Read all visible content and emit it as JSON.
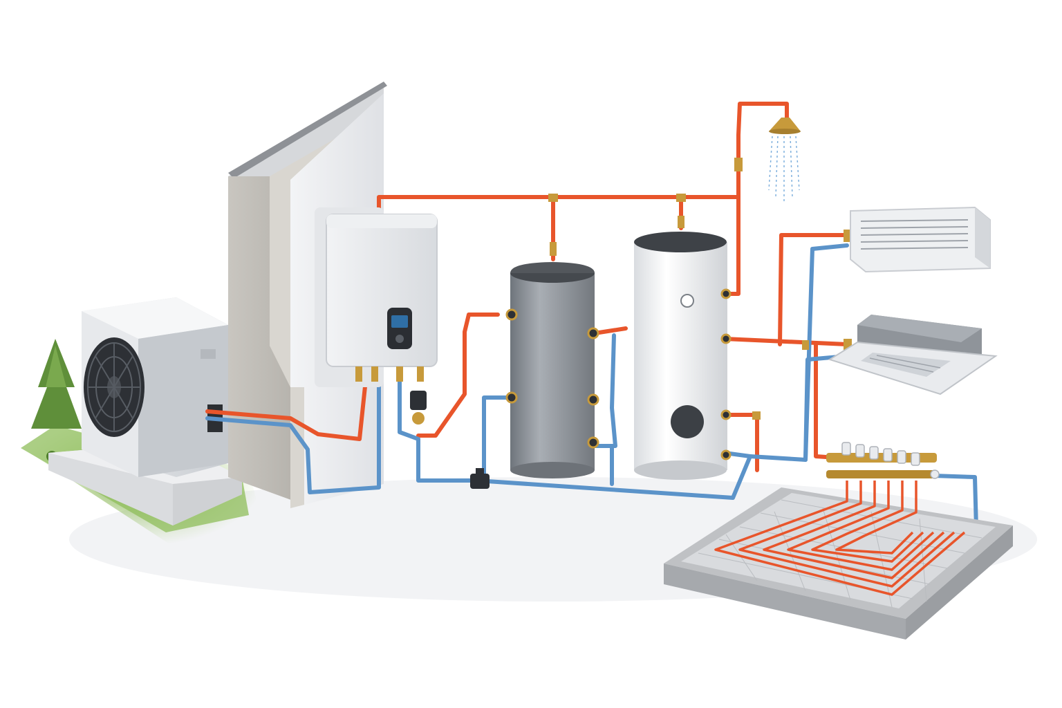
{
  "diagram": {
    "components": [
      {
        "id": "outdoor-unit",
        "kind": "air-source heat pump outdoor unit",
        "label": ""
      },
      {
        "id": "exterior-wall",
        "kind": "house wall section",
        "label": ""
      },
      {
        "id": "indoor-unit",
        "kind": "wall-hung hydro unit with display",
        "label": ""
      },
      {
        "id": "buffer-tank",
        "kind": "grey buffer tank",
        "label": ""
      },
      {
        "id": "dhw-cylinder",
        "kind": "white hot water cylinder with gauge",
        "label": ""
      },
      {
        "id": "shower",
        "kind": "shower head",
        "label": ""
      },
      {
        "id": "wall-split",
        "kind": "wall-mounted fan coil",
        "label": ""
      },
      {
        "id": "cassette",
        "kind": "ceiling cassette fan coil",
        "label": ""
      },
      {
        "id": "manifold",
        "kind": "underfloor heating manifold",
        "label": ""
      },
      {
        "id": "ufh-floor",
        "kind": "underfloor heating loops in screed",
        "label": ""
      }
    ],
    "manifold_circuits": 6
  },
  "colors": {
    "flow_pipe": "#e8552b",
    "return_pipe": "#5b93c9",
    "brass": "#c79a3b",
    "grass": "#7fae4a",
    "buffer_tank": "#8f959c",
    "cylinder": "#f4f5f6"
  }
}
